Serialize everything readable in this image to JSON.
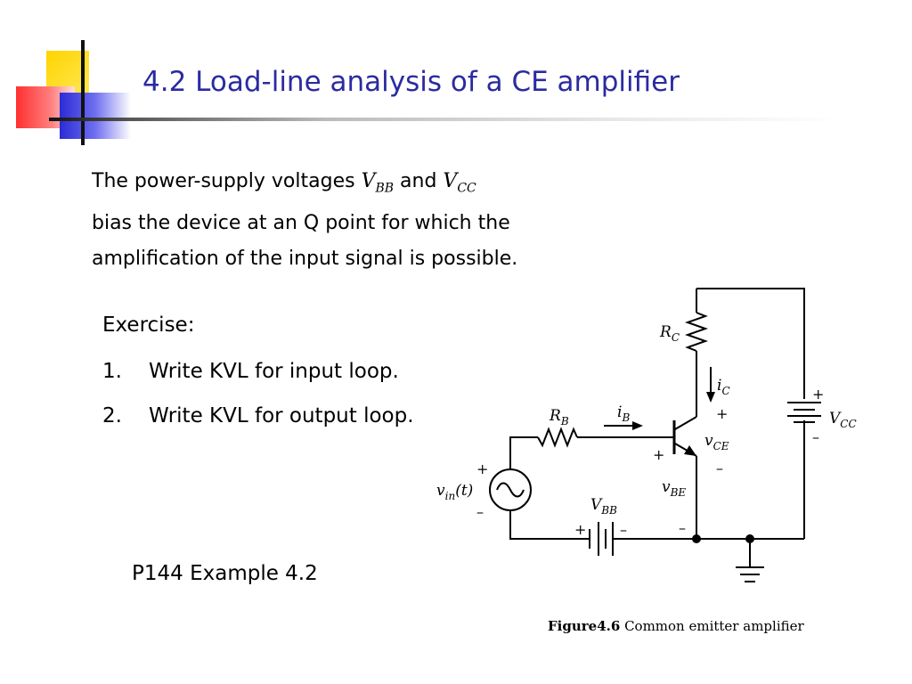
{
  "slide": {
    "title": "4.2 Load-line analysis of a CE amplifier",
    "intro": {
      "part1": "The power-supply voltages ",
      "vbb_letter": "V",
      "vbb_sub": "BB",
      "part2": " and ",
      "vcc_letter": "V",
      "vcc_sub": "CC",
      "line2": "bias the device at an Q point for which the",
      "line3": "amplification of the input signal is possible."
    },
    "exercise": {
      "label": "Exercise:",
      "items": [
        {
          "num": "1.",
          "text": "Write KVL for input loop."
        },
        {
          "num": "2.",
          "text": "Write KVL for output loop."
        }
      ]
    },
    "example_ref": "P144 Example 4.2",
    "caption": {
      "bold": "Figure4.6",
      "text": " Common emitter amplifier"
    }
  },
  "circuit": {
    "rc": {
      "letter": "R",
      "sub": "C"
    },
    "rb": {
      "letter": "R",
      "sub": "B"
    },
    "ic": {
      "letter": "i",
      "sub": "C"
    },
    "ib": {
      "letter": "i",
      "sub": "B"
    },
    "vce": {
      "letter": "v",
      "sub": "CE"
    },
    "vbe": {
      "letter": "v",
      "sub": "BE"
    },
    "vcc": {
      "letter": "V",
      "sub": "CC"
    },
    "vbb": {
      "letter": "V",
      "sub": "BB"
    },
    "vin": {
      "letter": "v",
      "sub": "in",
      "arg": "(t)"
    },
    "plus": "+",
    "minus": "–"
  }
}
